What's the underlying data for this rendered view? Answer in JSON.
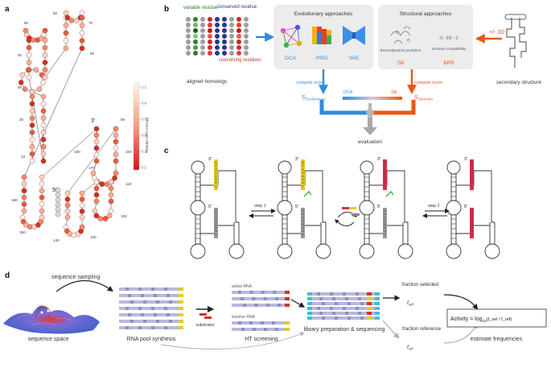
{
  "figure": {
    "panel_labels": {
      "a": "a",
      "b": "b",
      "c": "c",
      "d": "d"
    },
    "panel_a": {
      "numbers": [
        "10",
        "20",
        "30",
        "40",
        "50",
        "60",
        "70",
        "80",
        "90",
        "100",
        "110",
        "120",
        "130",
        "140",
        "150",
        "160",
        "170",
        "180"
      ],
      "primes": [
        "5'",
        "3'"
      ],
      "colorbar_title": "Residue MSA entropy",
      "colorbar_ticks": [
        "1.1",
        "0.9",
        "0.7",
        "0.5",
        "0.3",
        "0.1"
      ]
    },
    "panel_b": {
      "variable_residue": "variable residue",
      "conserved_residue": "conserved residue",
      "coevolving_residues": "coevolving residues",
      "aligned_homologs": "aligned homologs",
      "evolutionary_title": "Evolutionary approaches",
      "structural_title": "Structural approaches",
      "methods": [
        "DCA",
        "PRO",
        "VAE"
      ],
      "sb_caption": "thermodynamic prediction",
      "sb": "SB",
      "bpr_caption": "structure compatibility",
      "bpr": "BPR",
      "dotbracket": "(((...)))((....))",
      "plus3d": "+/- 3D",
      "compute_score_left": "compute score",
      "compute_score_right": "compute score",
      "s_evo": "S",
      "s_evo_sub": "Evolutionary",
      "s_str": "S",
      "s_str_sub": "Structure",
      "gradient_left": "DCA",
      "gradient_right": "SB",
      "evaluation": "evaluation",
      "secondary_structure": "secondary structure"
    },
    "panel_c": {
      "step1": "step 1",
      "step2": "step 2",
      "prime3": "3'",
      "prime5": "5'"
    },
    "panel_d": {
      "sequence_sampling": "sequence sampling",
      "sequence_space": "sequence space",
      "rna_pool": "RNA pool synthesis",
      "substrates": "substrates",
      "active_rna": "active RNA",
      "inactive_rna": "inactive RNA",
      "ht_screening": "HT screening",
      "library_prep": "library preparation & sequencing",
      "fraction_selected": "fraction selected",
      "f_sel": "f",
      "f_sel_sub": "sel",
      "fraction_reference": "fraction reference",
      "f_ref": "f",
      "f_ref_sub": "ref",
      "activity": "Activity = log",
      "activity_sub": "10",
      "activity_frac": "(f_sel / f_ref)",
      "estimate": "estimate frequencies"
    },
    "colors": {
      "red": "#d7301f",
      "light_red": "#f6b6a6",
      "blue": "#2b8de0",
      "orange": "#e85a13",
      "grey": "#9a9a9a",
      "bar_fill": "#b8b9dc",
      "bar_mark": "#8d8ec4",
      "yellow": "#e8cb1c"
    }
  }
}
